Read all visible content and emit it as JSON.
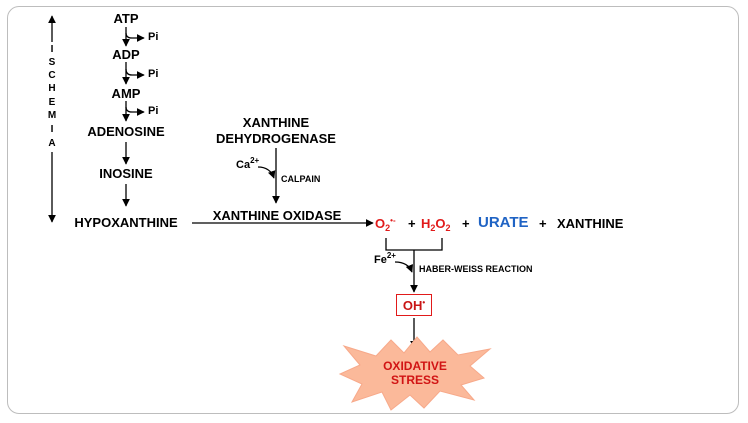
{
  "ischemia_letters": [
    "I",
    "S",
    "C",
    "H",
    "E",
    "M",
    "I",
    "A"
  ],
  "pathway": {
    "atp": "ATP",
    "adp": "ADP",
    "amp": "AMP",
    "pi_1": "Pi",
    "pi_2": "Pi",
    "pi_3": "Pi",
    "adenosine": "ADENOSINE",
    "inosine": "INOSINE",
    "hypoxanthine": "HYPOXANTHINE"
  },
  "enzyme": {
    "dehydrogenase_line1": "XANTHINE",
    "dehydrogenase_line2": "DEHYDROGENASE",
    "ca": "Ca",
    "ca_sup": "2+",
    "calpain": "CALPAIN",
    "oxidase": "XANTHINE OXIDASE"
  },
  "products": {
    "o2": "O",
    "o2_sub": "2",
    "o2_sup": "•-",
    "plus_1": "+",
    "h2o2_h": "H",
    "h2o2_sub1": "2",
    "h2o2_o": "O",
    "h2o2_sub2": "2",
    "plus_2": "+",
    "urate": "URATE",
    "plus_3": "+",
    "xanthine": "XANTHINE"
  },
  "haber": {
    "fe": "Fe",
    "fe_sup": "2+",
    "label": "HABER-WEISS REACTION"
  },
  "hydroxyl": {
    "oh": "OH",
    "sup": "•"
  },
  "stress": {
    "line1": "OXIDATIVE",
    "line2": "STRESS"
  },
  "colors": {
    "red": "#e11a1a",
    "blue": "#1f63c4",
    "burst": "#fbb99a"
  }
}
